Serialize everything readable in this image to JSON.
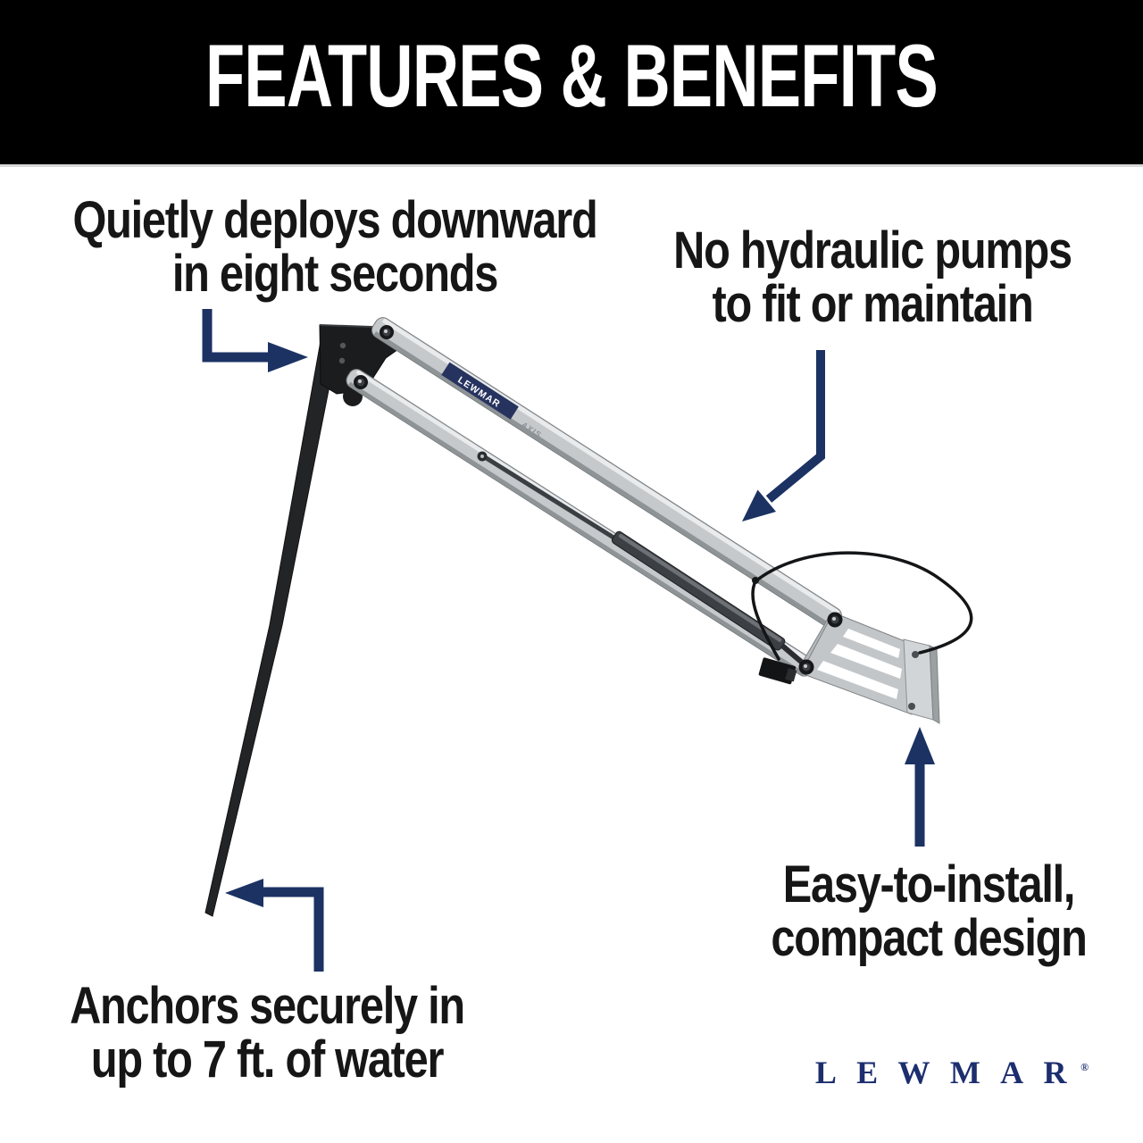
{
  "header": {
    "title": "FEATURES & BENEFITS",
    "bg_color": "#000000",
    "text_color": "#ffffff"
  },
  "callouts": {
    "deploy": {
      "line1": "Quietly deploys downward",
      "line2": "in eight seconds"
    },
    "pumps": {
      "line1": "No hydraulic pumps",
      "line2": "to fit or maintain"
    },
    "anchors": {
      "line1": "Anchors securely in",
      "line2": "up to 7 ft. of water"
    },
    "install": {
      "line1": "Easy-to-install,",
      "line2": "compact design"
    }
  },
  "product": {
    "arm_brand_label": "LEWMAR",
    "arm_model_label": "AXIS"
  },
  "logo": {
    "text": "LEWMAR",
    "registered": "®",
    "color": "#1c2e6e"
  },
  "colors": {
    "arrow_navy": "#1b3263",
    "callout_text": "#161616",
    "arm_gray": "#c6c9cb",
    "arm_edge_light": "#e9ebec",
    "arm_edge_dark": "#8e9396",
    "metal_black": "#1f2022",
    "label_navy": "#27335f"
  }
}
